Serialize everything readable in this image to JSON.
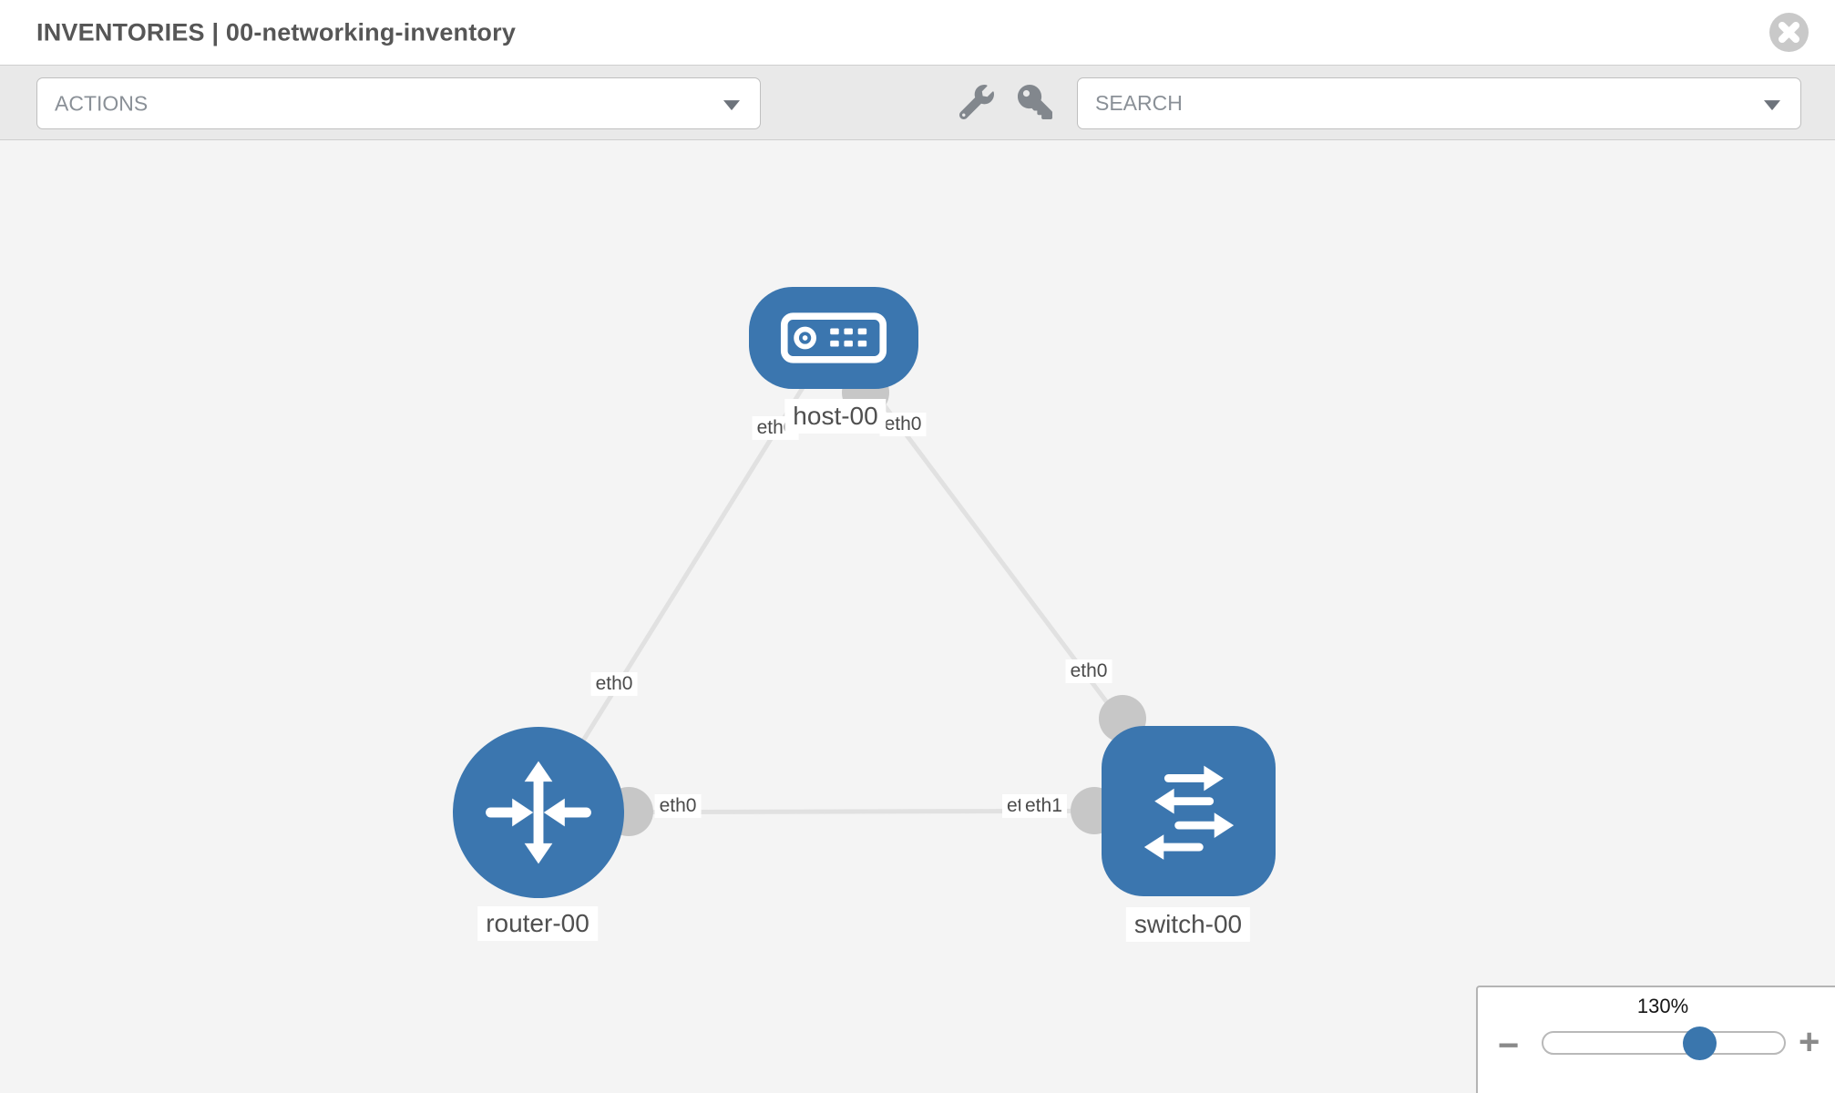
{
  "header": {
    "title": "INVENTORIES | 00-networking-inventory"
  },
  "toolbar": {
    "actions_label": "ACTIONS",
    "search_placeholder": "SEARCH"
  },
  "topology": {
    "nodes": [
      {
        "label": "host-00",
        "type": "host"
      },
      {
        "label": "router-00",
        "type": "router"
      },
      {
        "label": "switch-00",
        "type": "switch"
      }
    ],
    "links": [
      {
        "from": "router-00",
        "to": "host-00"
      },
      {
        "from": "switch-00",
        "to": "host-00"
      },
      {
        "from": "router-00",
        "to": "switch-00"
      }
    ],
    "port_labels": [
      {
        "text": "eth0",
        "location": "host-left"
      },
      {
        "text": "eth0",
        "location": "host-right"
      },
      {
        "text": "eth0",
        "location": "router-to-host-link"
      },
      {
        "text": "eth0",
        "location": "switch-to-host-link"
      },
      {
        "text": "eth0",
        "location": "router-to-switch-link-near-router"
      },
      {
        "text": "eth0",
        "location": "router-to-switch-link-near-switch-under"
      },
      {
        "text": "eth1",
        "location": "router-to-switch-link-near-switch-over"
      }
    ]
  },
  "zoom_control": {
    "level": "130%",
    "minus_label": "−",
    "plus_label": "+"
  },
  "icons": {
    "close": "circle-x",
    "actions_caret": "chevron-down",
    "tools": "wrench",
    "credentials": "key",
    "search_caret": "chevron-down",
    "zoom_out": "minus",
    "zoom_in": "plus"
  },
  "colors": {
    "node_blue": "#3b76af",
    "port_gray": "#c7c7c7",
    "link_gray": "#e1e1e1",
    "canvas_bg": "#f4f4f4",
    "toolbar_bg": "#e9e9e9"
  }
}
